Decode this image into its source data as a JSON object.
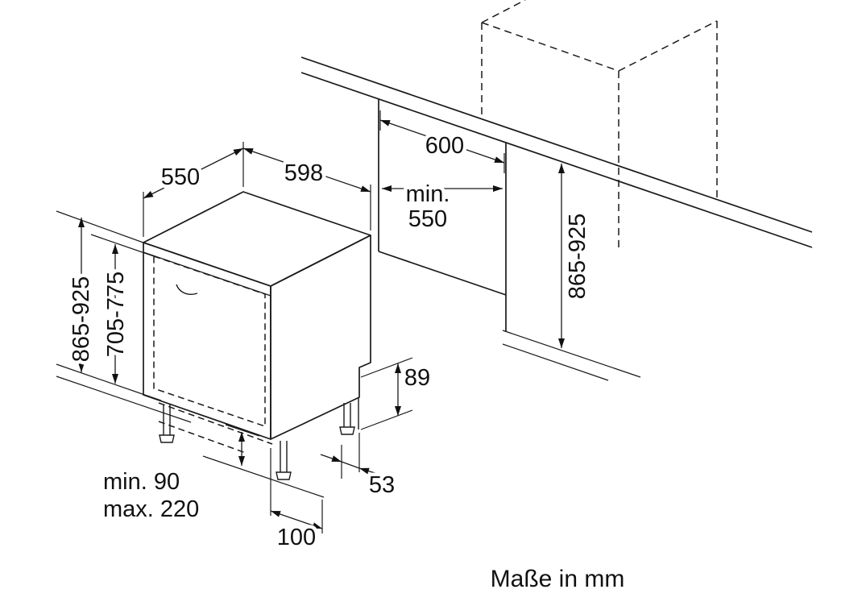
{
  "caption": "Maße in mm",
  "dimensions": {
    "appliance_depth": "550",
    "appliance_width": "598",
    "appliance_height_range": "865-925",
    "door_height_range": "705-775",
    "plinth_min": "min. 90",
    "plinth_max": "max. 220",
    "front_foot_offset": "100",
    "rear_foot_offset": "53",
    "rear_step_height": "89",
    "niche_width": "600",
    "niche_depth_label": "min.",
    "niche_depth_value": "550",
    "niche_height_range": "865-925"
  },
  "colors": {
    "line": "#1a1a1a",
    "background": "#ffffff"
  }
}
